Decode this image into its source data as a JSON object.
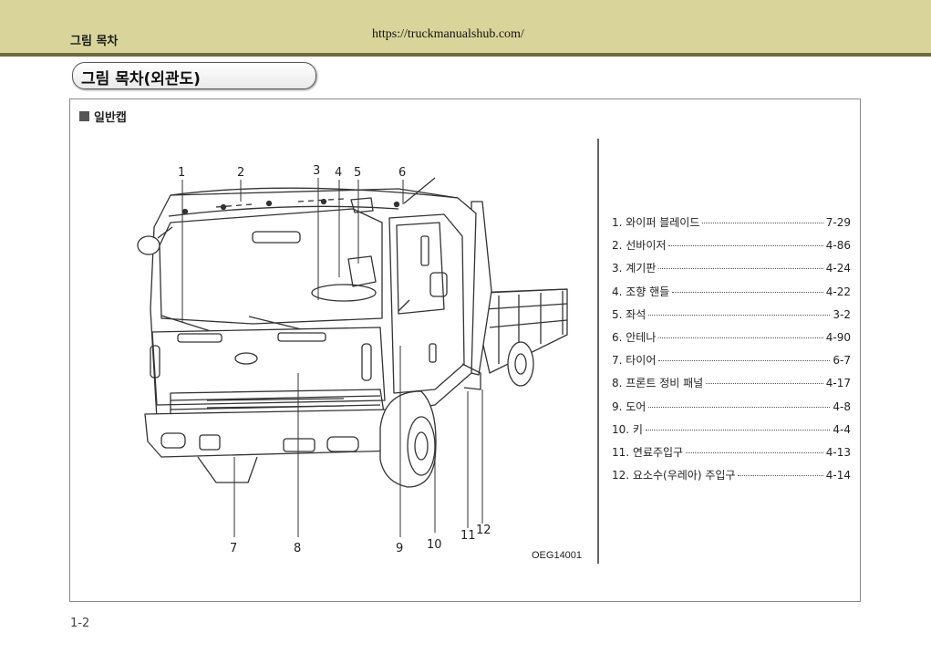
{
  "header": {
    "section": "그림 목차",
    "url": "https://truckmanualshub.com/"
  },
  "page_title": "그림 목차(외관도)",
  "sub_heading": "일반캡",
  "figure_code": "OEG14001",
  "callouts": [
    "1",
    "2",
    "3",
    "4",
    "5",
    "6",
    "7",
    "8",
    "9",
    "10",
    "11",
    "12"
  ],
  "index": [
    {
      "label": "1. 와이퍼 블레이드",
      "page": "7-29"
    },
    {
      "label": "2. 선바이저",
      "page": "4-86"
    },
    {
      "label": "3. 계기판",
      "page": "4-24"
    },
    {
      "label": "4. 조향 핸들",
      "page": "4-22"
    },
    {
      "label": "5. 좌석",
      "page": "3-2"
    },
    {
      "label": "6. 안테나",
      "page": "4-90"
    },
    {
      "label": "7. 타이어",
      "page": "6-7"
    },
    {
      "label": "8. 프론트 정비 패널",
      "page": "4-17"
    },
    {
      "label": "9. 도어",
      "page": "4-8"
    },
    {
      "label": "10. 키",
      "page": "4-4"
    },
    {
      "label": "11. 연료주입구",
      "page": "4-13"
    },
    {
      "label": "12. 요소수(우레아) 주입구",
      "page": "4-14"
    }
  ],
  "page_number": "1-2",
  "colors": {
    "header_bg": "#d9d59a",
    "header_rule": "#6f6a3c"
  }
}
